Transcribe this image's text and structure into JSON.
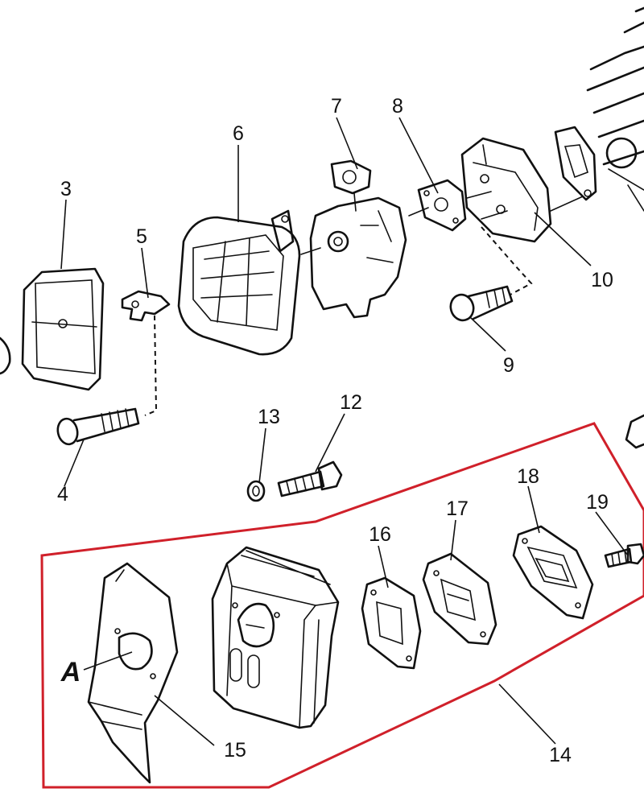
{
  "callouts": {
    "c3": "3",
    "c4": "4",
    "c5": "5",
    "c6": "6",
    "c7": "7",
    "c8": "8",
    "c9": "9",
    "c10": "10",
    "c12": "12",
    "c13": "13",
    "c14": "14",
    "c15": "15",
    "c16": "16",
    "c17": "17",
    "c18": "18",
    "c19": "19",
    "cA": "A"
  },
  "colors": {
    "kit_outline": "#d0202a",
    "line": "#111111"
  }
}
